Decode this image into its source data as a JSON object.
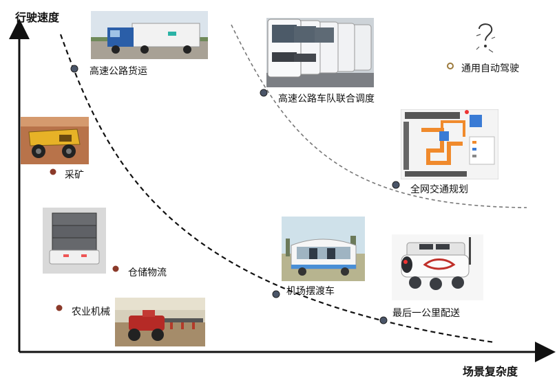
{
  "axes": {
    "y_label": "行驶速度",
    "x_label": "场景复杂度"
  },
  "scenarios": {
    "highway_freight": "高速公路货运",
    "highway_fleet": "高速公路车队联合调度",
    "general_autonomous": "通用自动驾驶",
    "mining": "采矿",
    "network_traffic": "全网交通规划",
    "warehouse_logistics": "仓储物流",
    "airport_shuttle": "机场摆渡车",
    "agriculture": "农业机械",
    "last_mile": "最后一公里配送"
  },
  "colors": {
    "axis": "#111111",
    "dot_blue": "#4a5568",
    "dot_brown": "#8b3a2a",
    "dot_gold": "#9c7a3c",
    "curve_dark": "#111111",
    "curve_gray": "#777777"
  },
  "icons": {
    "truck_photo": "truck-photo",
    "fleet_photo": "fleet-trucks-photo",
    "question": "question-mark-icon",
    "mining_truck": "mining-truck-photo",
    "parking_map": "parking-map-photo",
    "warehouse_robot": "warehouse-robot-photo",
    "airport_cart": "airport-cart-photo",
    "tractor": "tractor-photo",
    "delivery_robot": "delivery-robot-photo"
  }
}
